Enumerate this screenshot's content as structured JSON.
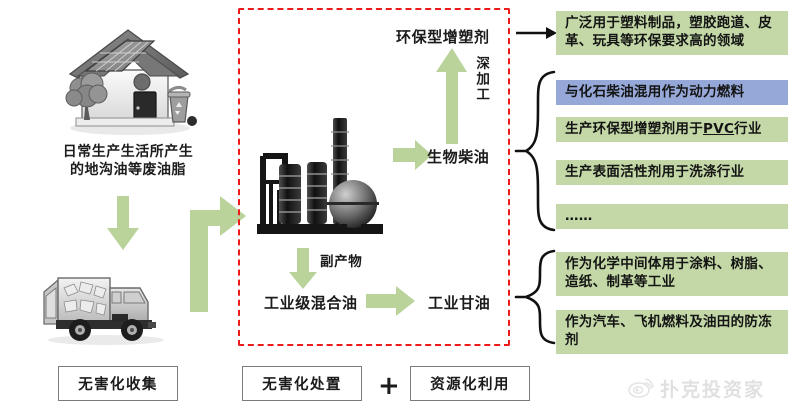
{
  "diagram": {
    "title_hidden": "",
    "colors": {
      "green_box": "#c3d8a6",
      "blue_box": "#96a8d8",
      "arrow_green": "#b9d39a",
      "frame_red": "#ee1b1b",
      "text_dark": "#1b1b1b",
      "box_border_gray": "#7b7b7b"
    }
  },
  "source": {
    "house_caption": "日常生产生活所产生\n的地沟油等废油脂",
    "truck_caption": ""
  },
  "process": {
    "plasticizer_label": "环保型增塑剂",
    "deep_processing_label": "深加工",
    "biodiesel_label": "生物柴油",
    "byproduct_label": "副产物",
    "industrial_mixed_oil_label": "工业级混合油",
    "industrial_glycerin_label": "工业甘油"
  },
  "outcomes": [
    {
      "id": "plasticizer-use",
      "color": "green",
      "text": "广泛用于塑料制品，塑胶跑道、皮革、玩具等环保要求高的领域"
    },
    {
      "id": "biodiesel-fuel-blend",
      "color": "blue",
      "text": "与化石柴油混用作为动力燃料"
    },
    {
      "id": "biodiesel-pvc-plasticizer",
      "color": "green",
      "text_before": "生产环保型增塑剂用于",
      "text_underline": "PVC",
      "text_after": "行业",
      "text": "生产环保型增塑剂用于PVC行业"
    },
    {
      "id": "biodiesel-surfactant",
      "color": "green",
      "text": "生产表面活性剂用于洗涤行业"
    },
    {
      "id": "biodiesel-more",
      "color": "green",
      "text": "……"
    },
    {
      "id": "glycerin-chemical-intermediate",
      "color": "green",
      "text": "作为化学中间体用于涂料、树脂、造纸、制革等工业"
    },
    {
      "id": "glycerin-antifreeze",
      "color": "green",
      "text": "作为汽车、飞机燃料及油田的防冻剂"
    }
  ],
  "summary": {
    "collection_label": "无害化收集",
    "disposal_label": "无害化处置",
    "plus_label": "+",
    "utilization_label": "资源化利用"
  },
  "watermark": {
    "text": "扑克投资家",
    "icon": "weibo-eye-icon"
  }
}
